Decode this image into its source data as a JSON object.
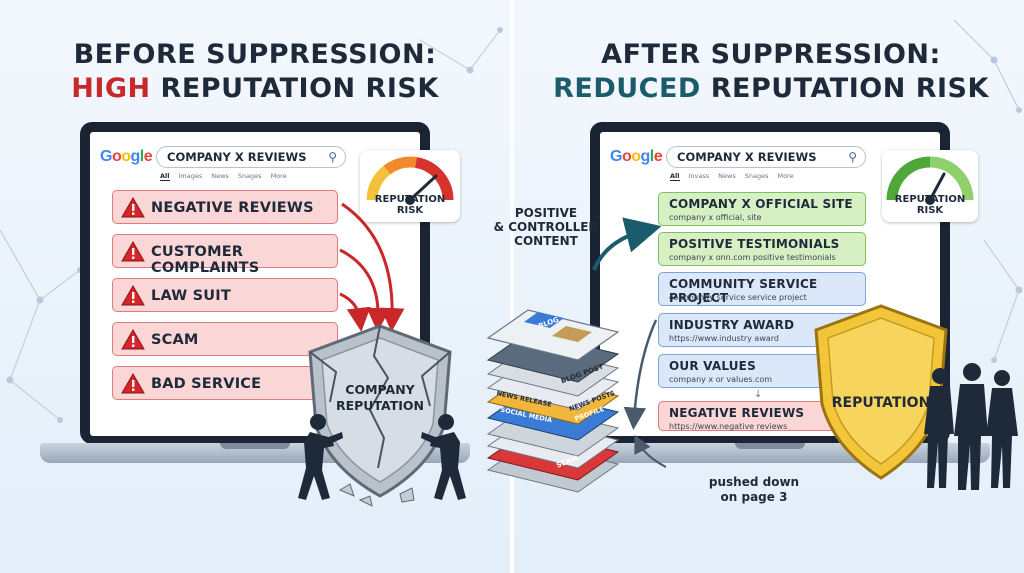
{
  "left": {
    "headline_line1": "BEFORE SUPPRESSION:",
    "headline_accent": "HIGH",
    "headline_rest": " REPUTATION RISK",
    "search": {
      "logo_letters": [
        "G",
        "o",
        "o",
        "g",
        "l",
        "e"
      ],
      "query": "COMPANY X REVIEWS",
      "tabs": [
        "All",
        "Images",
        "News",
        "Snages",
        "More"
      ]
    },
    "results": [
      {
        "title": "NEGATIVE REVIEWS"
      },
      {
        "title": "CUSTOMER COMPLAINTS"
      },
      {
        "title": "LAW SUIT"
      },
      {
        "title": "SCAM"
      },
      {
        "title": "BAD SERVICE"
      }
    ],
    "gauge_label": "REPUTATION RISK",
    "shield_label_line1": "COMPANY",
    "shield_label_line2": "REPUTATION"
  },
  "center": {
    "callout_line1": "POSITIVE",
    "callout_line2": "& CONTROLLED",
    "callout_line3": "CONTENT",
    "layers": [
      {
        "label": "BLOG",
        "color": "#e9ecef"
      },
      {
        "label": "BLOG POST",
        "color": "#d9dee5"
      },
      {
        "label": "NEWS RELEASE",
        "color": "#f2b63c"
      },
      {
        "label": "NEWS POSTS",
        "color": "#f2b63c"
      },
      {
        "label": "SOCIAL MEDIA",
        "color": "#3a7bd5"
      },
      {
        "label": "PROFILE",
        "color": "#3a7bd5"
      },
      {
        "label": "SCAM",
        "color": "#d9373a"
      }
    ],
    "pushed_line1": "pushed down",
    "pushed_line2": "on page 3"
  },
  "right": {
    "headline_line1": "AFTER SUPPRESSION:",
    "headline_accent": "REDUCED",
    "headline_rest": " REPUTATION RISK",
    "search": {
      "logo_letters": [
        "G",
        "o",
        "o",
        "g",
        "l",
        "e"
      ],
      "query": "COMPANY X REVIEWS",
      "tabs": [
        "All",
        "Invass",
        "News",
        "Snages",
        "More"
      ]
    },
    "results": [
      {
        "title": "COMPANY X OFFICIAL SITE",
        "sub": "company x official, site",
        "tone": "green"
      },
      {
        "title": "POSITIVE TESTIMONIALS",
        "sub": "company x onn.com positive testimonials",
        "tone": "green"
      },
      {
        "title": "COMMUNITY SERVICE PROJECT",
        "sub": "community service service project",
        "tone": "blue"
      },
      {
        "title": "INDUSTRY AWARD",
        "sub": "https://www.industry award",
        "tone": "blue"
      },
      {
        "title": "OUR VALUES",
        "sub": "company x or values.com",
        "tone": "blue"
      },
      {
        "title": "NEGATIVE REVIEWS",
        "sub": "https://www.negative reviews",
        "tone": "neg"
      }
    ],
    "gauge_label": "REPUTATION RISK",
    "shield_label": "REPUTATION"
  },
  "colors": {
    "risk_red": "#c8282a",
    "reduced_teal": "#1a5c6b",
    "gold": "#f3c63a",
    "navy": "#1e2a3a"
  }
}
